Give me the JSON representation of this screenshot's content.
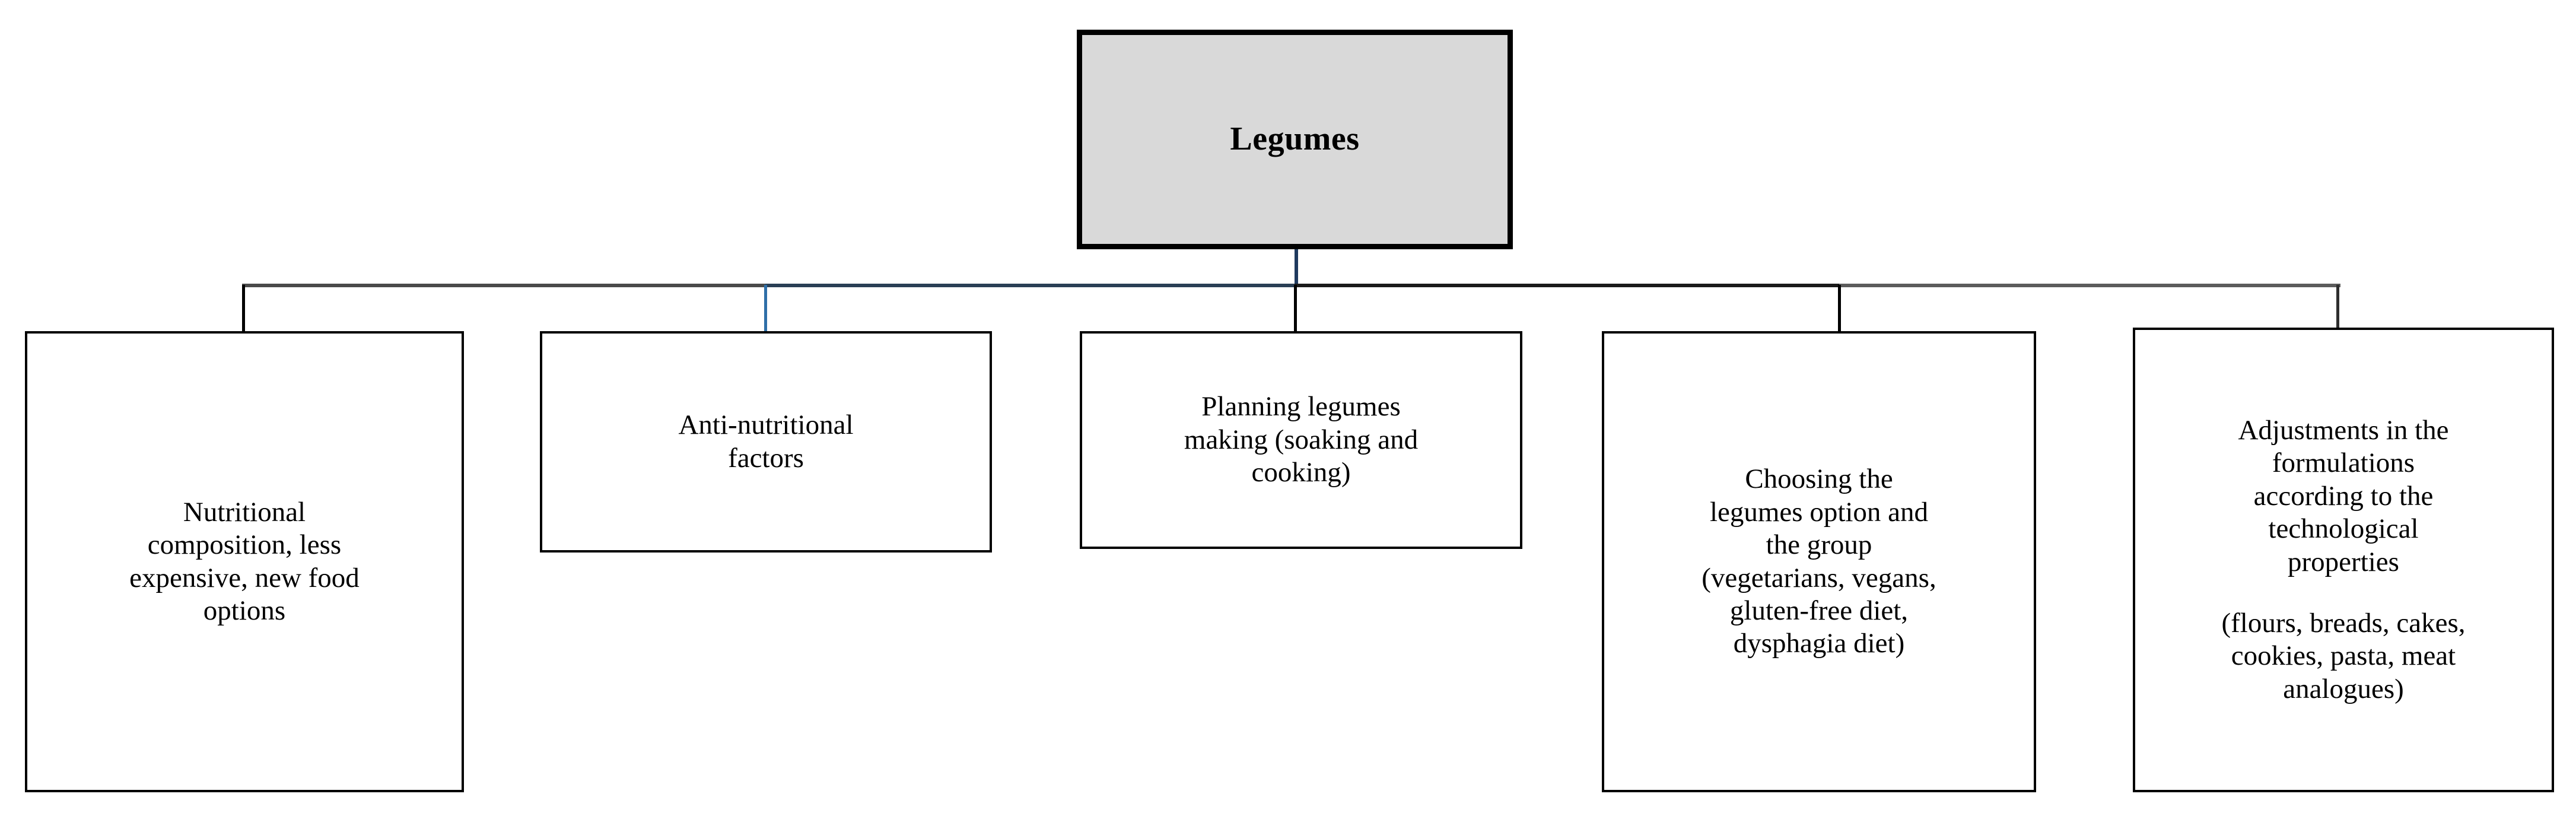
{
  "diagram": {
    "type": "hierarchy-tree",
    "orientation": "top-down",
    "root": {
      "label": "Legumes",
      "fill_color": "#d9d9d9",
      "border_color": "#000000",
      "text_weight": "bold"
    },
    "connector": {
      "stem_color": "#1f3a5f",
      "bar_color": "#3f3f3f",
      "highlight_drop_color": "#2e6fa8",
      "default_drop_color": "#000000"
    },
    "children": [
      {
        "id": "nutritional-composition",
        "paragraphs": [
          "Nutritional\ncomposition, less\nexpensive, new food\noptions"
        ],
        "drop_color": "#000000",
        "height": "tall"
      },
      {
        "id": "anti-nutritional-factors",
        "paragraphs": [
          "Anti-nutritional\nfactors"
        ],
        "drop_color": "#2e6fa8",
        "height": "short"
      },
      {
        "id": "planning-legumes-making",
        "paragraphs": [
          "Planning legumes\nmaking (soaking and\ncooking)"
        ],
        "drop_color": "#000000",
        "height": "short"
      },
      {
        "id": "choosing-legumes-option",
        "paragraphs": [
          "Choosing the\nlegumes option and\nthe group\n(vegetarians, vegans,\ngluten-free diet,\ndysphagia diet)"
        ],
        "drop_color": "#000000",
        "height": "tall"
      },
      {
        "id": "formulation-adjustments",
        "paragraphs": [
          "Adjustments in the\nformulations\naccording to the\ntechnological\nproperties",
          "(flours, breads, cakes,\ncookies, pasta,  meat\nanalogues)"
        ],
        "drop_color": "#000000",
        "height": "tall"
      }
    ]
  }
}
